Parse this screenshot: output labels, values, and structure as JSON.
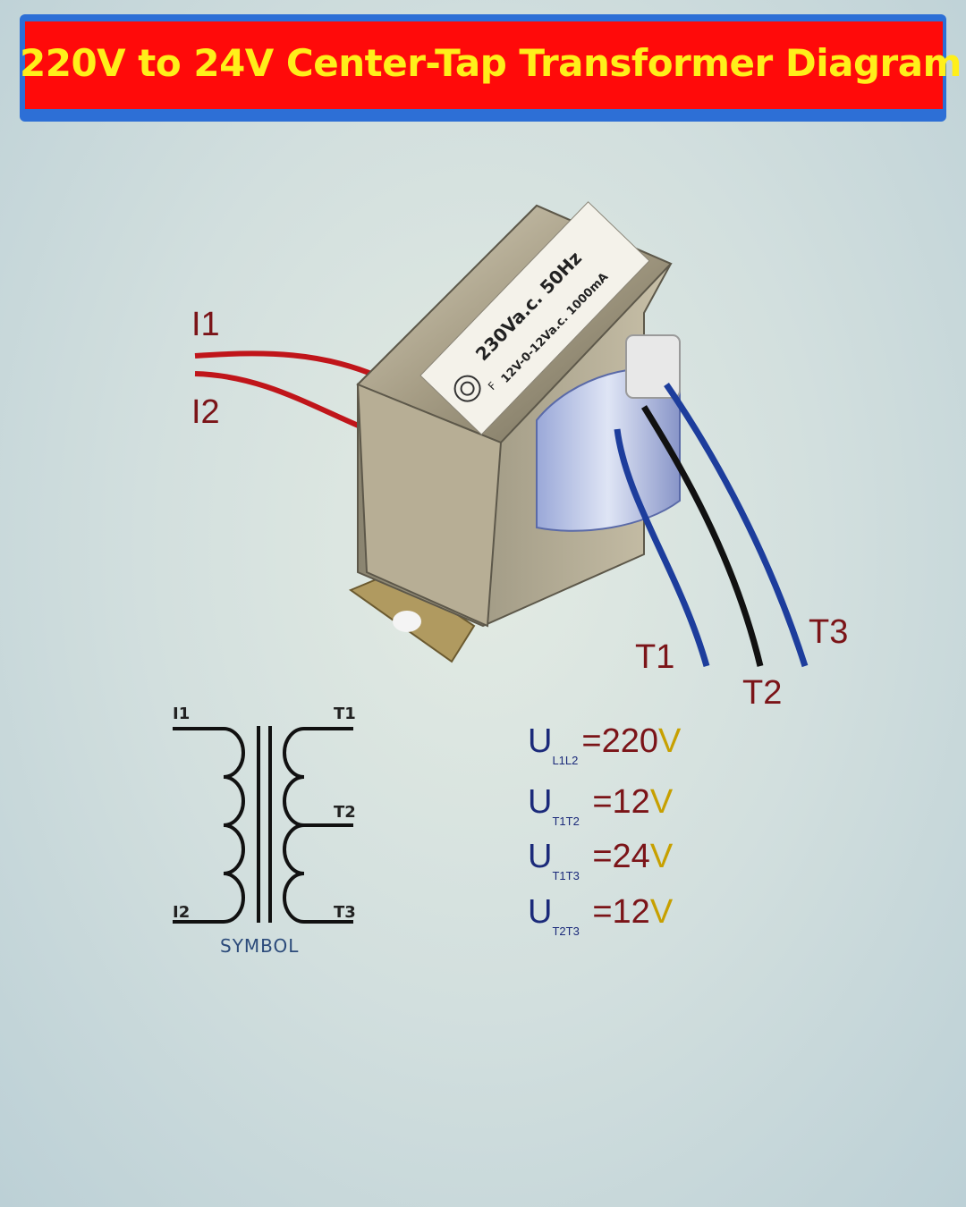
{
  "title": "220V to 24V Center-Tap Transformer Diagram",
  "photo": {
    "label_line1": "230Va.c. 50Hz",
    "label_line2": "12V-0-12Va.c. 1000mA",
    "logo": "F",
    "primary_leads": [
      "I1",
      "I2"
    ],
    "secondary_leads": [
      "T1",
      "T2",
      "T3"
    ]
  },
  "symbol": {
    "caption": "SYMBOL",
    "left_labels": [
      "I1",
      "I2"
    ],
    "right_labels": [
      "T1",
      "T2",
      "T3"
    ]
  },
  "equations": [
    {
      "letter": "U",
      "sub": "L1L2",
      "eq": "=",
      "value": "220",
      "unit": "V"
    },
    {
      "letter": "U",
      "sub": "T1T2",
      "eq": " =",
      "value": "12",
      "unit": "V"
    },
    {
      "letter": "U",
      "sub": "T1T3",
      "eq": " =",
      "value": "24",
      "unit": "V"
    },
    {
      "letter": "U",
      "sub": "T2T3",
      "eq": " =",
      "value": "12",
      "unit": "V"
    }
  ],
  "colors": {
    "banner_red": "#ff0a0a",
    "banner_blue": "#2d6fd6",
    "title_yellow": "#ffef1a",
    "lead_red": "#c0151a",
    "lead_blue": "#1d3d9c",
    "lead_black": "#111111"
  }
}
